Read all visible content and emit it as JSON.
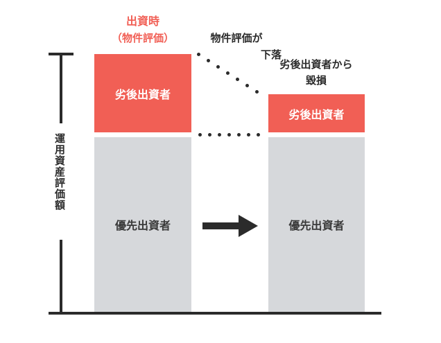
{
  "labels": {
    "at_investment": "出資時",
    "at_investment_sub": "（物件評価）",
    "price_drop_line1": "物件評価が",
    "price_drop_line2": "下落",
    "loss_line1": "劣後出資者から",
    "loss_line2": "毀損",
    "y_axis": "運用資産評価額"
  },
  "boxes": {
    "left_subordinate": "劣後出資者",
    "left_senior": "優先出資者",
    "right_subordinate": "劣後出資者",
    "right_senior": "優先出資者"
  },
  "colors": {
    "subordinate": "#f15f55",
    "senior": "#d6d8db",
    "ink": "#2b2b2b"
  },
  "icons": {
    "arrow": "right-arrow-icon"
  }
}
